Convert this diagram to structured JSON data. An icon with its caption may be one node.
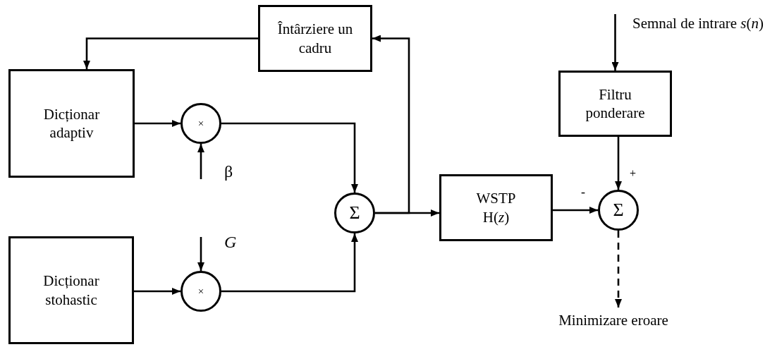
{
  "diagram": {
    "nodes": [
      {
        "text": [
          "Întârziere un cadru"
        ]
      },
      {
        "text": [
          "Dicționar adaptiv"
        ]
      },
      {
        "text": [
          "×"
        ]
      },
      {
        "text": [
          "Dicționar stohastic"
        ]
      },
      {
        "text": [
          "×"
        ]
      },
      {
        "text": [
          "Σ"
        ]
      },
      {
        "text": [
          "WSTP H(*z*)"
        ]
      },
      {
        "text": [
          "Filtru ponderare"
        ]
      },
      {
        "text": [
          "Σ"
        ]
      },
      {
        "text": [
          "Minimizare eroare"
        ]
      }
    ],
    "edges": [
      {
        "from": 0,
        "to": 1,
        "arrow": "to"
      },
      {
        "from": 1,
        "to": 2,
        "arrow": "to"
      },
      {
        "from": null,
        "to": 2,
        "arrow": "to"
      },
      {
        "from": 2,
        "to": 5,
        "arrow": "to"
      },
      {
        "from": 3,
        "to": 4,
        "arrow": "to"
      },
      {
        "from": null,
        "to": 4,
        "arrow": "to"
      },
      {
        "from": 4,
        "to": 5,
        "arrow": "to"
      },
      {
        "from": 5,
        "to": 6,
        "arrow": "to"
      },
      {
        "from": 5,
        "to": 0,
        "arrow": "to"
      },
      {
        "from": null,
        "to": 7,
        "arrow": "to"
      },
      {
        "from": 7,
        "to": 8,
        "arrow": "to"
      },
      {
        "from": 6,
        "to": 8,
        "arrow": "to"
      },
      {
        "from": 8,
        "to": 9,
        "arrow": "to",
        "style": "dashed"
      }
    ],
    "labels": [
      "Semnal de intrare *s*(*n*)",
      "β",
      "+",
      "-",
      "G"
    ]
  }
}
